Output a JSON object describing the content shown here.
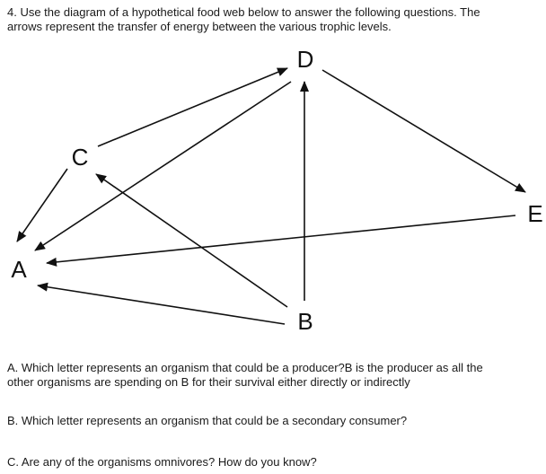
{
  "question": {
    "intro_line1": "4.  Use the diagram of a hypothetical food web below to answer the following questions. The",
    "intro_line2": "arrows represent the transfer of energy between the various trophic levels."
  },
  "diagram": {
    "nodes": {
      "A": "A",
      "B": "B",
      "C": "C",
      "D": "D",
      "E": "E"
    },
    "arrows": [
      {
        "from": "C",
        "to": "D"
      },
      {
        "from": "C",
        "to": "A"
      },
      {
        "from": "B",
        "to": "C"
      },
      {
        "from": "B",
        "to": "D"
      },
      {
        "from": "D",
        "to": "A"
      },
      {
        "from": "D",
        "to": "E"
      },
      {
        "from": "E",
        "to": "A"
      },
      {
        "from": "B",
        "to": "A"
      }
    ]
  },
  "parts": {
    "a_line1": "A.  Which letter represents an organism that could be a producer?B is the producer as all the",
    "a_line2": "other organisms are spending on B for their survival either directly or indirectly",
    "b": "B.  Which letter represents an organism that could be a secondary consumer?",
    "c": "C.  Are any of the organisms omnivores?  How do you know?"
  }
}
